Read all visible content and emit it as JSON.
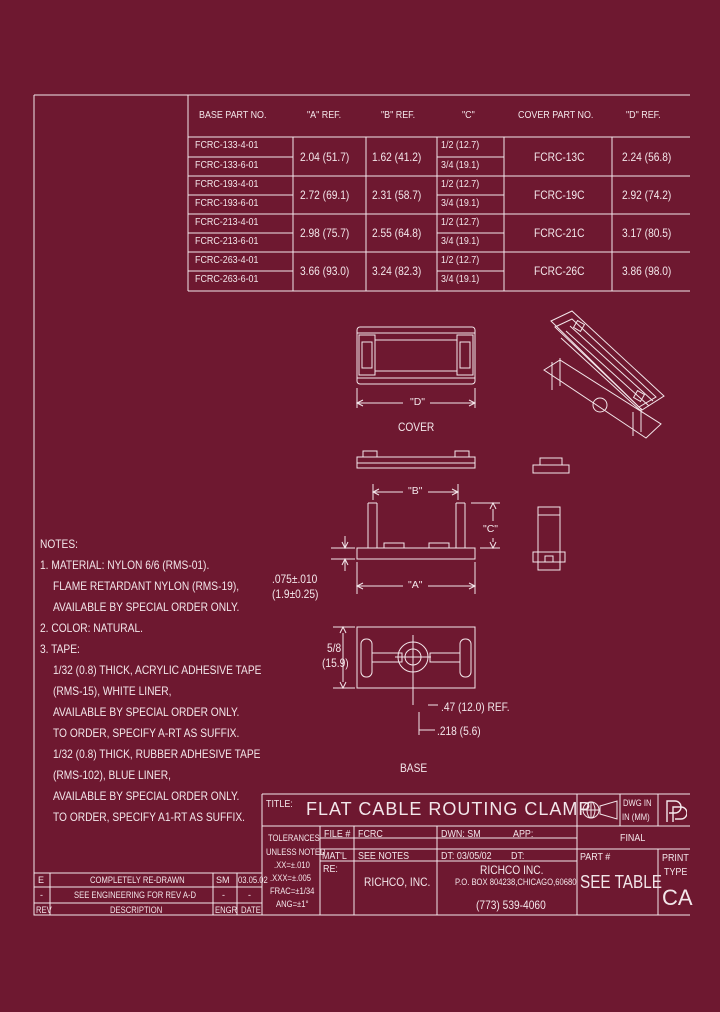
{
  "table": {
    "headers": [
      "BASE PART NO.",
      "\"A\" REF.",
      "\"B\" REF.",
      "\"C\"",
      "COVER PART NO.",
      "\"D\" REF."
    ],
    "base_parts": [
      "FCRC-133-4-01",
      "FCRC-133-6-01",
      "FCRC-193-4-01",
      "FCRC-193-6-01",
      "FCRC-213-4-01",
      "FCRC-213-6-01",
      "FCRC-263-4-01",
      "FCRC-263-6-01"
    ],
    "c_values": [
      "1/2 (12.7)",
      "3/4 (19.1)",
      "1/2 (12.7)",
      "3/4 (19.1)",
      "1/2 (12.7)",
      "3/4 (19.1)",
      "1/2 (12.7)",
      "3/4 (19.1)"
    ],
    "groups": [
      {
        "a": "2.04 (51.7)",
        "b": "1.62 (41.2)",
        "cover": "FCRC-13C",
        "d": "2.24 (56.8)"
      },
      {
        "a": "2.72 (69.1)",
        "b": "2.31 (58.7)",
        "cover": "FCRC-19C",
        "d": "2.92 (74.2)"
      },
      {
        "a": "2.98 (75.7)",
        "b": "2.55 (64.8)",
        "cover": "FCRC-21C",
        "d": "3.17 (80.5)"
      },
      {
        "a": "3.66 (93.0)",
        "b": "3.24 (82.3)",
        "cover": "FCRC-26C",
        "d": "3.86 (98.0)"
      }
    ]
  },
  "drawing": {
    "d_label": "\"D\"",
    "cover_label": "COVER",
    "b_label": "\"B\"",
    "c_label": "\"C\"",
    "a_label": "\"A\"",
    "thickness_1": ".075±.010",
    "thickness_2": "(1.9±0.25)",
    "width_1": "5/8",
    "width_2": "(15.9)",
    "ref_47": ".47 (12.0) REF.",
    "ref_218": ".218 (5.6)",
    "base_label": "BASE"
  },
  "notes": {
    "heading": "NOTES:",
    "lines": [
      "1. MATERIAL: NYLON 6/6 (RMS-01).",
      "FLAME RETARDANT NYLON (RMS-19),",
      "AVAILABLE BY SPECIAL ORDER ONLY.",
      "2. COLOR: NATURAL.",
      "3. TAPE:",
      "1/32 (0.8) THICK, ACRYLIC ADHESIVE TAPE",
      "(RMS-15), WHITE LINER,",
      "AVAILABLE BY SPECIAL ORDER ONLY.",
      "TO ORDER, SPECIFY A-RT AS SUFFIX.",
      "1/32 (0.8) THICK, RUBBER ADHESIVE TAPE",
      "(RMS-102), BLUE LINER,",
      "AVAILABLE BY SPECIAL ORDER ONLY.",
      "TO ORDER, SPECIFY A1-RT AS SUFFIX."
    ]
  },
  "revisions": [
    {
      "rev": "E",
      "desc": "COMPLETELY RE-DRAWN",
      "engr": "SM",
      "date": "03.05.02"
    },
    {
      "rev": "-",
      "desc": "SEE ENGINEERING FOR REV A-D",
      "engr": "-",
      "date": "-"
    }
  ],
  "revision_headers": {
    "rev": "REV",
    "desc": "DESCRIPTION",
    "engr": "ENGR",
    "date": "DATE"
  },
  "title_block": {
    "title_label": "TITLE:",
    "title": "FLAT CABLE ROUTING CLAMP",
    "dwg_units_1": "DWG IN",
    "dwg_units_2": "IN (MM)",
    "tolerances": "TOLERANCES",
    "unless_noted": "UNLESS NOTED",
    "tol_xx": ".XX=±.010",
    "tol_xxx": ".XXX=±.005",
    "tol_frac": "FRAC=±1/34",
    "tol_ang": "ANG=±1°",
    "file_label": "FILE #",
    "file_value": "FCRC",
    "matl_label": "MAT'L",
    "matl_value": "SEE NOTES",
    "re_label": "RE:",
    "re_value": "RICHCO, INC.",
    "dwn_label": "DWN: SM",
    "app_label": "APP:",
    "final_label": "FINAL",
    "dt_label": "DT: 03/05/02",
    "dt_suffix": "DT:",
    "company": "RICHCO INC.",
    "address": "P.O. BOX 804238,CHICAGO,60680",
    "phone": "(773) 539-4060",
    "part_label": "PART #",
    "part_value": "SEE TABLE",
    "print_type_1": "PRINT",
    "print_type_2": "TYPE",
    "print_value": "CA"
  }
}
